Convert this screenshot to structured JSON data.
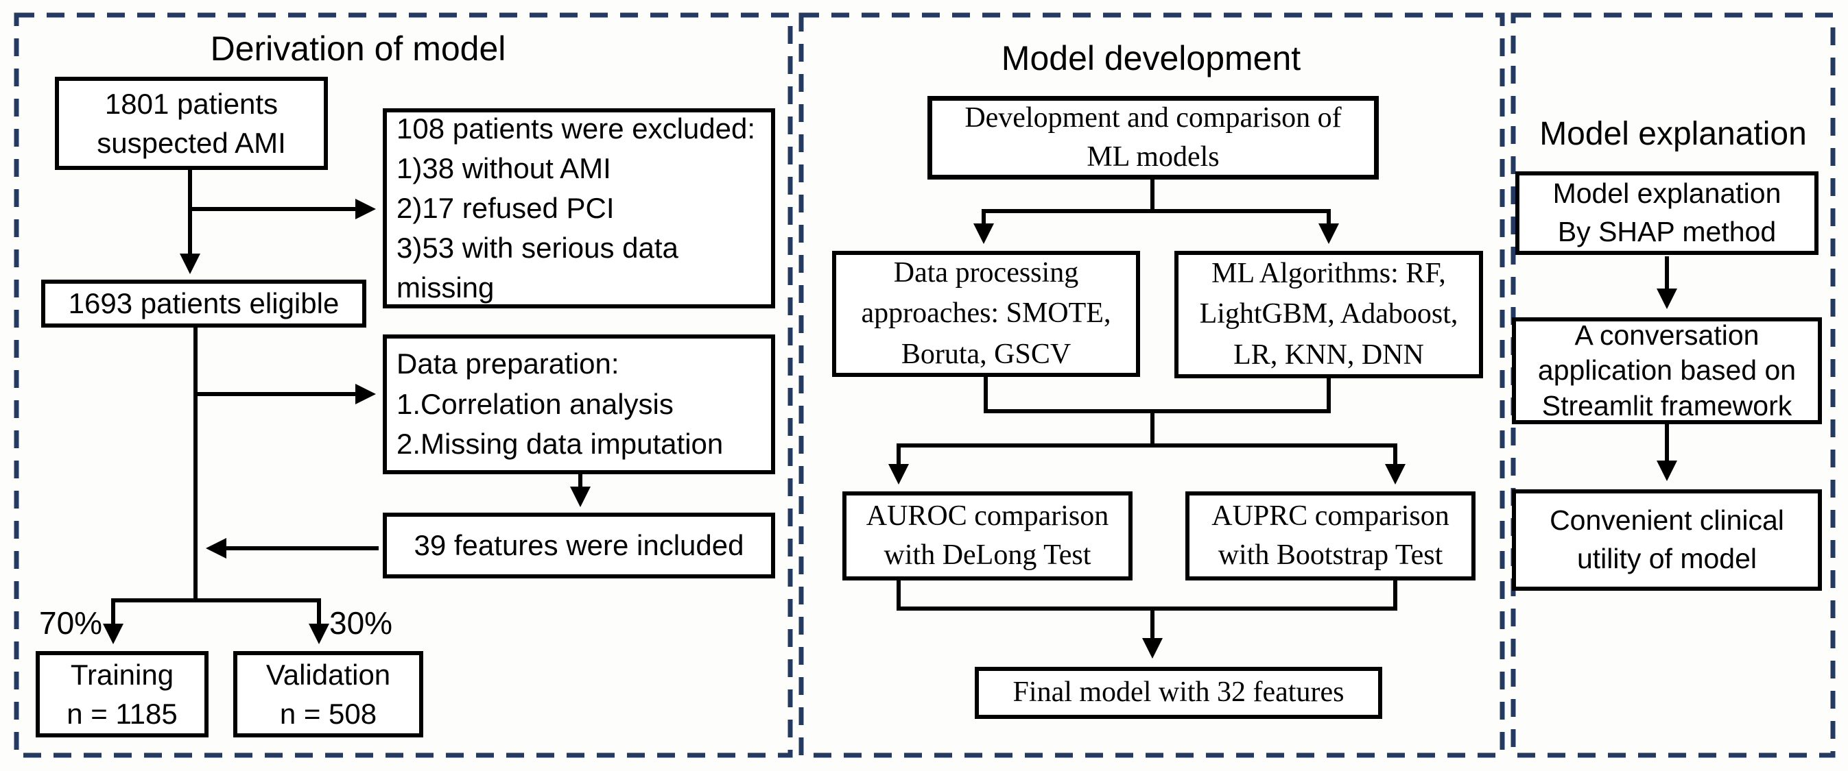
{
  "colors": {
    "panel_dashed_border": "#243a60",
    "box_border": "#000000",
    "text": "#000000",
    "background": "#fdfdfb"
  },
  "panels": {
    "derivation": {
      "title": "Derivation of model",
      "boxes": {
        "suspected": "1801 patients\nsuspected AMI",
        "excluded": "108 patients were excluded:\n1)38 without AMI\n2)17 refused PCI\n3)53 with serious data\nmissing",
        "eligible": "1693 patients eligible",
        "preparation": "Data preparation:\n1.Correlation analysis\n2.Missing data imputation",
        "features": "39 features were included",
        "training": "Training\nn = 1185",
        "validation": "Validation\nn = 508"
      },
      "labels": {
        "train_split": "70%",
        "valid_split": "30%"
      }
    },
    "development": {
      "title": "Model development",
      "boxes": {
        "dev_comparison": "Development and comparison of\nML models",
        "data_processing": "Data processing\napproaches: SMOTE,\nBoruta, GSCV",
        "ml_algorithms": "ML Algorithms: RF,\nLightGBM, Adaboost,\nLR, KNN, DNN",
        "auroc": "AUROC comparison\nwith DeLong Test",
        "auprc": "AUPRC comparison\nwith Bootstrap Test",
        "final_model": "Final model with 32 features"
      }
    },
    "explanation": {
      "title": "Model explanation",
      "boxes": {
        "shap": "Model explanation\nBy SHAP method",
        "conversation": "A conversation\napplication based on\nStreamlit framework",
        "utility": "Convenient clinical\nutility of model"
      }
    }
  }
}
